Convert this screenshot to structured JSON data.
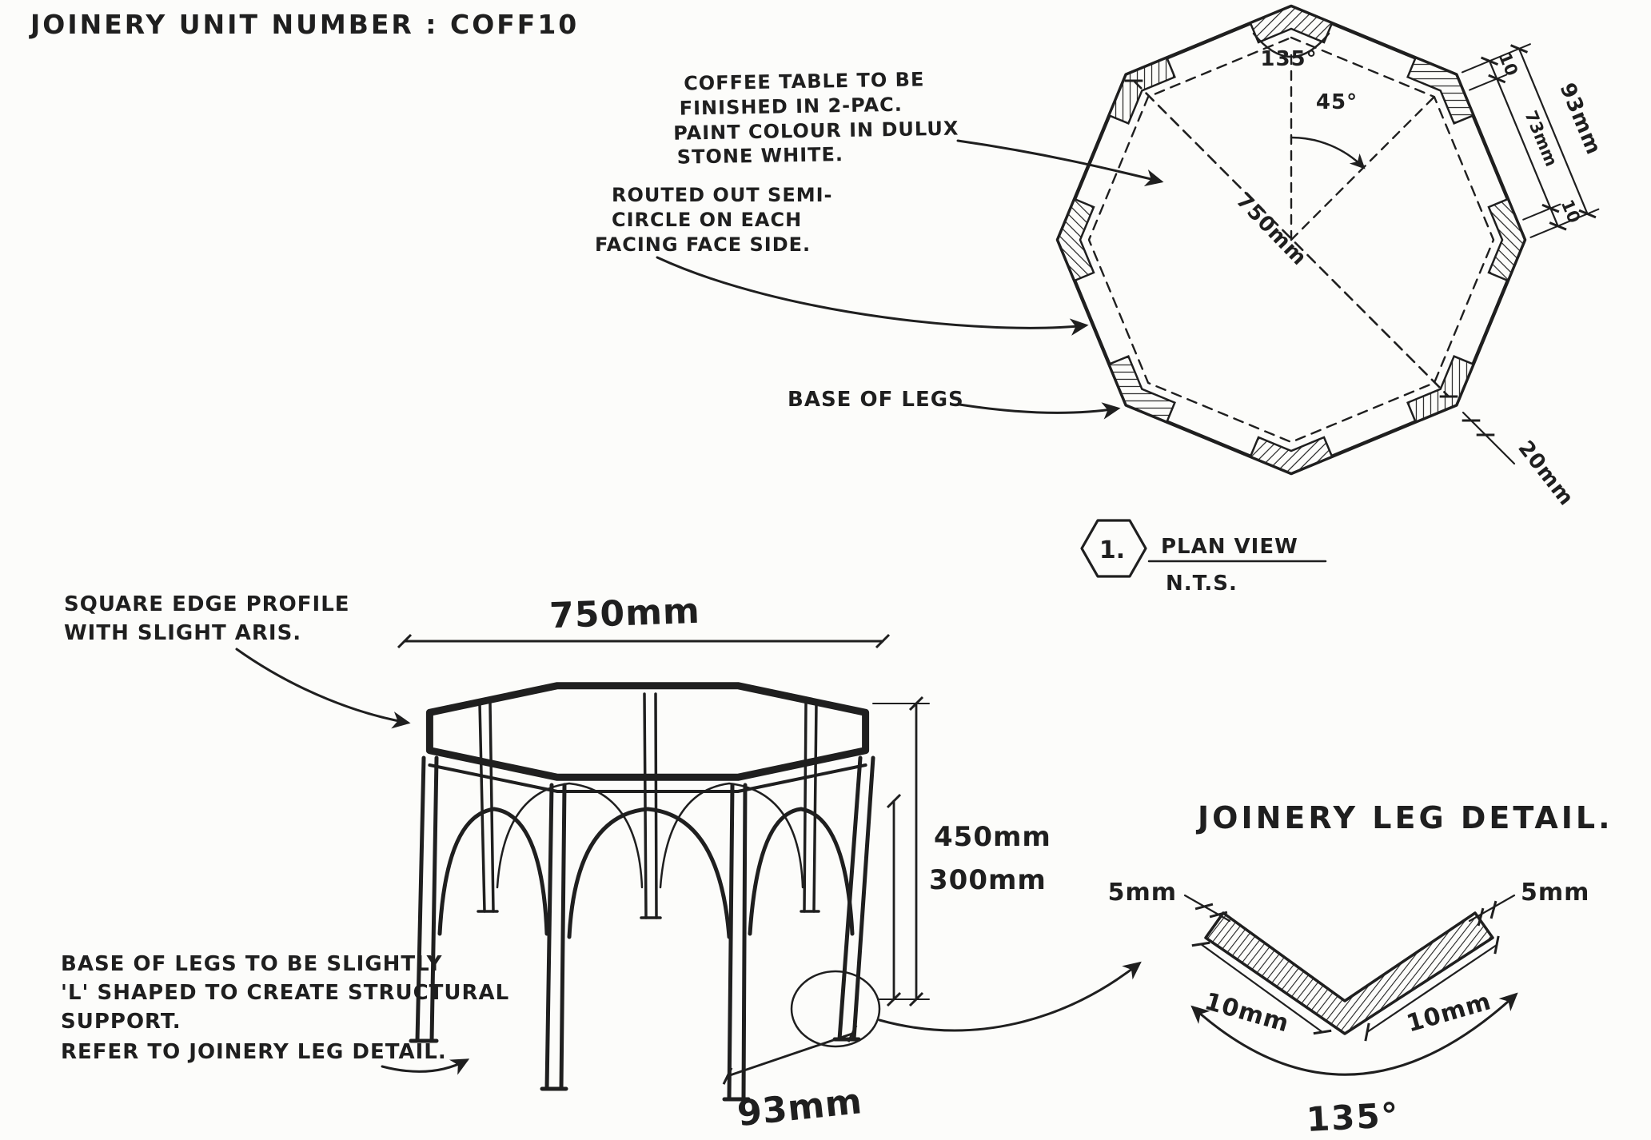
{
  "title": "JOINERY UNIT NUMBER : COFF10",
  "colors": {
    "ink": "#1f1f1f",
    "paper": "#fcfcfa"
  },
  "plan": {
    "note_finish": [
      "COFFEE TABLE TO BE",
      "FINISHED IN 2-PAC.",
      "PAINT COLOUR IN DULUX",
      "STONE WHITE."
    ],
    "note_routed": [
      "ROUTED OUT SEMI-",
      "CIRCLE ON EACH",
      "FACING FACE SIDE."
    ],
    "note_base": "BASE OF LEGS",
    "dim_angle_vertex": "135°",
    "dim_angle_center": "45°",
    "dim_across": "750mm",
    "dim_edge_end1": "10",
    "dim_edge_mid": "73mm",
    "dim_edge_end2": "10",
    "dim_edge_outer": "93mm",
    "dim_leg": "20mm",
    "marker_number": "1.",
    "marker_label": "PLAN VIEW",
    "marker_scale": "N.T.S."
  },
  "elevation": {
    "note_edge": [
      "SQUARE EDGE PROFILE",
      "WITH SLIGHT ARIS."
    ],
    "note_legs": [
      "BASE OF LEGS TO BE SLIGHTLY",
      "'L' SHAPED TO CREATE STRUCTURAL",
      "SUPPORT.",
      "REFER TO JOINERY LEG DETAIL."
    ],
    "dim_width": "750mm",
    "dim_height_total": "450mm",
    "dim_height_leg": "300mm",
    "dim_leg_width": "93mm"
  },
  "detail": {
    "title": "JOINERY LEG DETAIL.",
    "dim_thick_left": "5mm",
    "dim_thick_right": "5mm",
    "dim_len_left": "10mm",
    "dim_len_right": "10mm",
    "dim_angle": "135°"
  }
}
